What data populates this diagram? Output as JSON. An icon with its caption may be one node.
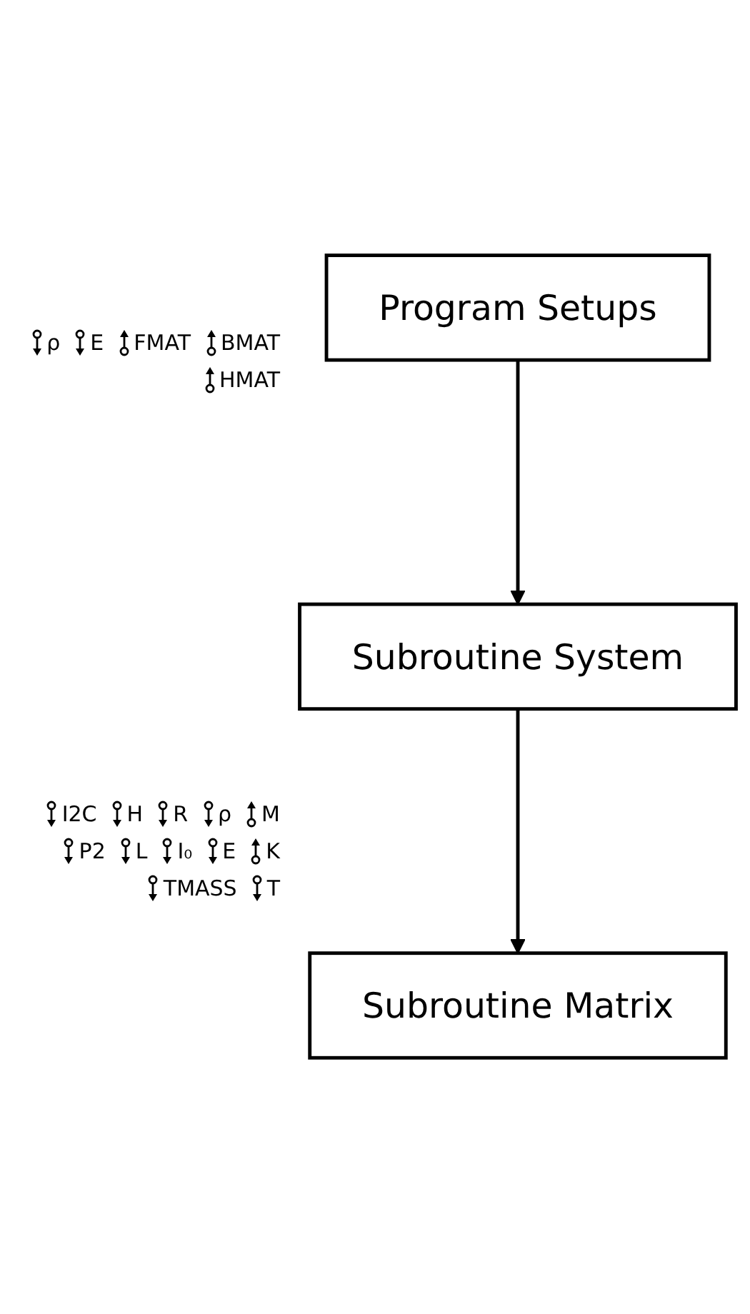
{
  "diagram": {
    "nodes": [
      {
        "text": [
          "Program Setups"
        ]
      },
      {
        "text": [
          "Subroutine System"
        ]
      },
      {
        "text": [
          "Subroutine Matrix"
        ]
      }
    ],
    "edges": [
      {
        "from": 0,
        "to": 1,
        "arrow": "to"
      },
      {
        "from": 1,
        "to": 2,
        "arrow": "to"
      }
    ],
    "labels": [
      "ρ",
      "E",
      "FMAT",
      "BMAT",
      "HMAT",
      "I2C",
      "H",
      "R",
      "ρ",
      "M",
      "P2",
      "L",
      "I₀",
      "E",
      "K",
      "TMASS",
      "T"
    ]
  }
}
